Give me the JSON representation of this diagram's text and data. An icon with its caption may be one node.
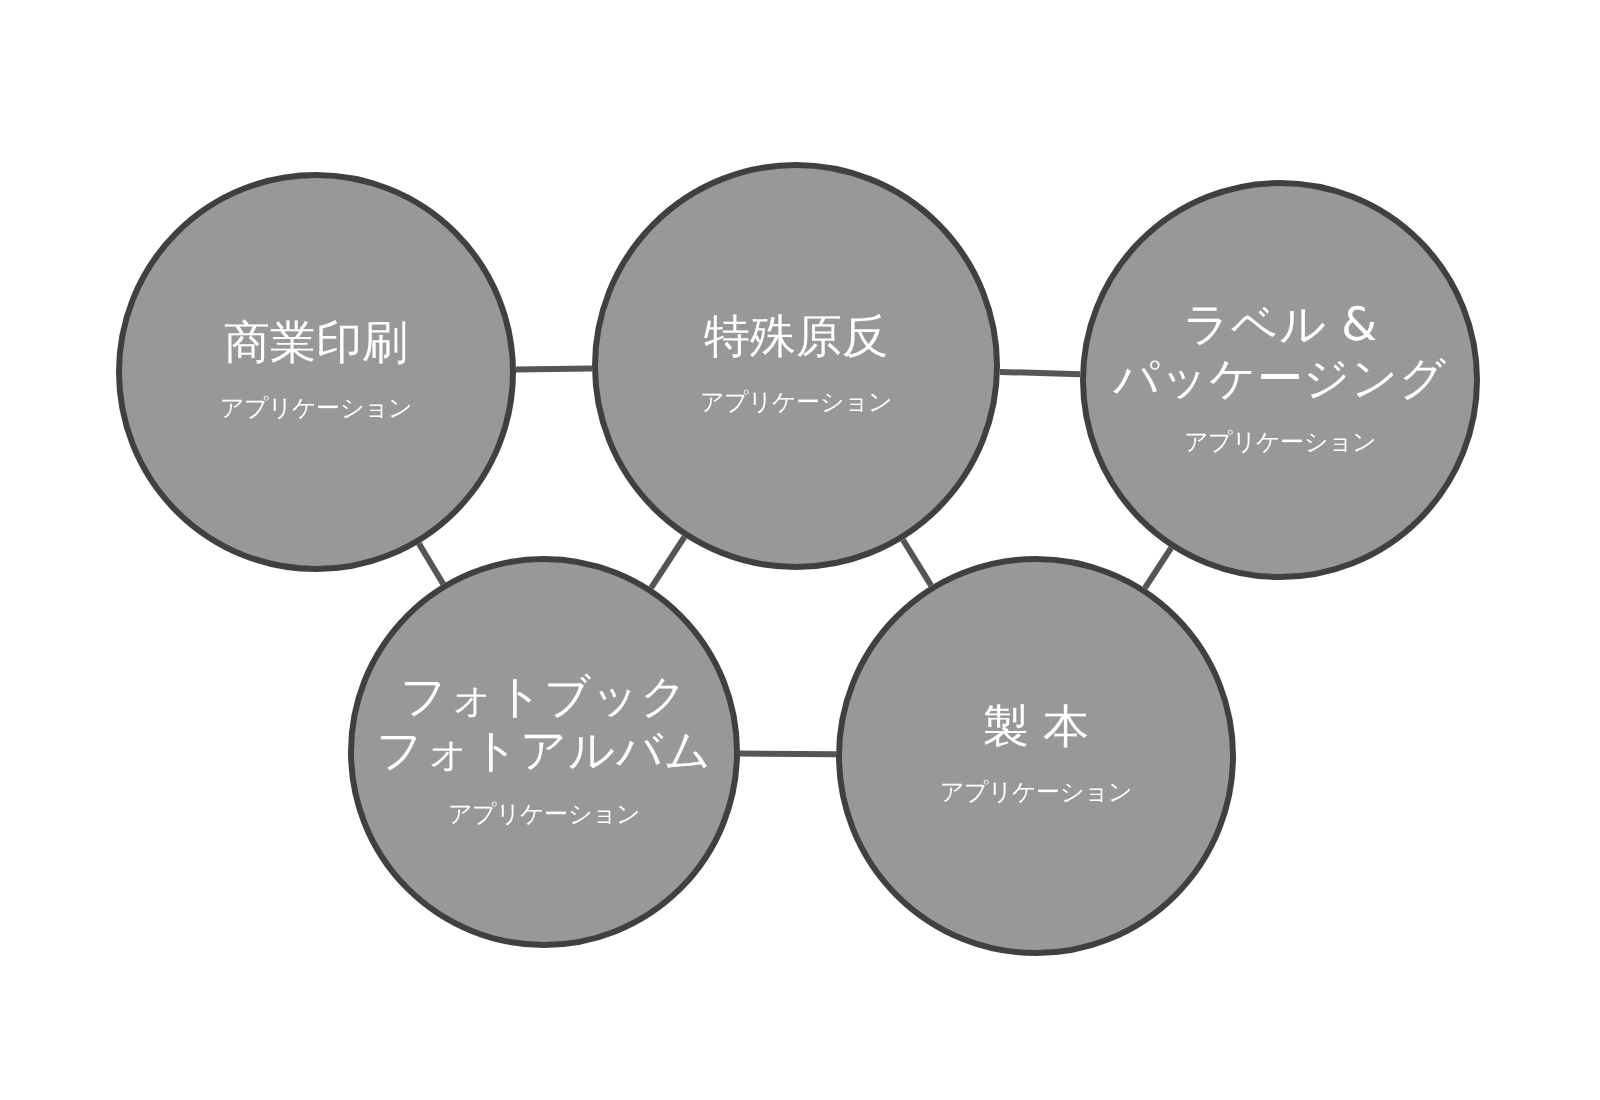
{
  "diagram": {
    "nodes": [
      {
        "text": [
          "商業印刷",
          "アプリケーション"
        ]
      },
      {
        "text": [
          "特殊原反",
          "アプリケーション"
        ]
      },
      {
        "text": [
          "ラベル &パッケージング",
          "アプリケーション"
        ]
      },
      {
        "text": [
          "フォトブックフォトアルバム",
          "アプリケーション"
        ]
      },
      {
        "text": [
          "製 本",
          "アプリケーション"
        ]
      }
    ],
    "edges": [
      {
        "from": 0,
        "to": 1,
        "arrow": "none"
      },
      {
        "from": 1,
        "to": 2,
        "arrow": "none"
      },
      {
        "from": 0,
        "to": 3,
        "arrow": "none"
      },
      {
        "from": 1,
        "to": 3,
        "arrow": "none"
      },
      {
        "from": 1,
        "to": 4,
        "arrow": "none"
      },
      {
        "from": 2,
        "to": 4,
        "arrow": "none"
      },
      {
        "from": 3,
        "to": 4,
        "arrow": "none"
      }
    ]
  }
}
